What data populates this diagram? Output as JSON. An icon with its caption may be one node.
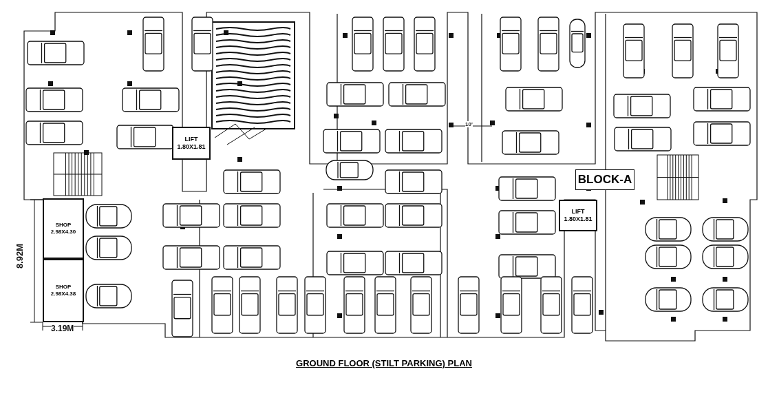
{
  "diagram": {
    "title": "GROUND FLOOR (STILT PARKING) PLAN",
    "nodes": [
      {
        "text": [
          "SHOP 2.98X4.30"
        ]
      },
      {
        "text": [
          "SHOP 2.98X4.38"
        ]
      },
      {
        "text": [
          "LIFT 1.80X1.81"
        ]
      },
      {
        "text": [
          "LIFT 1.80X1.81"
        ]
      },
      {
        "text": [
          "BLOCK-A"
        ]
      }
    ],
    "edges": [],
    "labels": [
      "8.92M",
      "3.19M",
      "10'"
    ]
  }
}
